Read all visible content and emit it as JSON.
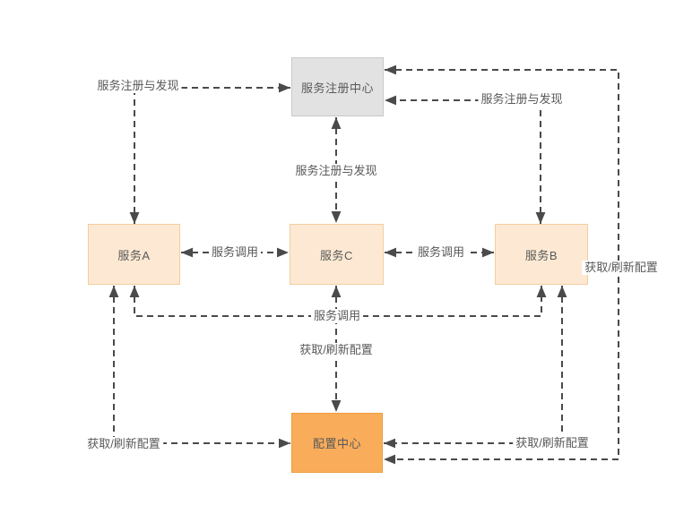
{
  "diagram": {
    "nodes": {
      "registry": {
        "label": "服务注册中心",
        "fill": "#E2E2E2",
        "border": "#C9C9C9"
      },
      "service_a": {
        "label": "服务A",
        "fill": "#FDE9D3",
        "border": "#F5CD9F"
      },
      "service_c": {
        "label": "服务C",
        "fill": "#FDE9D3",
        "border": "#F5CD9F"
      },
      "service_b": {
        "label": "服务B",
        "fill": "#FDE9D3",
        "border": "#F5CD9F"
      },
      "config": {
        "label": "配置中心",
        "fill": "#F9AD5B",
        "border": "#EC9D3D"
      }
    },
    "edges": {
      "a_registry": {
        "label": "服务注册与发现"
      },
      "b_registry": {
        "label": "服务注册与发现"
      },
      "c_registry": {
        "label": "服务注册与发现"
      },
      "a_c": {
        "label": "服务调用"
      },
      "c_b": {
        "label": "服务调用"
      },
      "a_b": {
        "label": "服务调用"
      },
      "c_config": {
        "label": "获取/刷新配置"
      },
      "a_config": {
        "label": "获取/刷新配置"
      },
      "b_config": {
        "label": "获取/刷新配置"
      },
      "registry_config": {
        "label": "获取/刷新配置"
      }
    },
    "colors": {
      "line": "#4A4A4A",
      "text": "#595959",
      "background": "#FFFFFF"
    }
  }
}
